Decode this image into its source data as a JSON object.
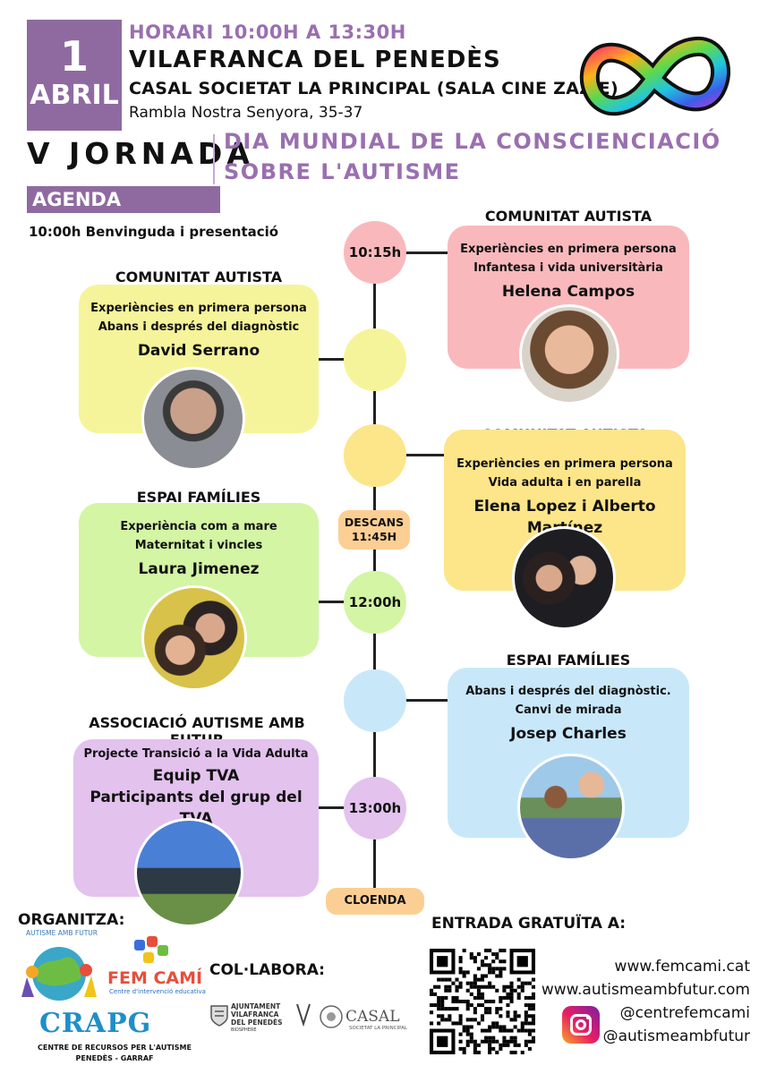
{
  "header": {
    "day": "1",
    "month": "ABRIL",
    "time": "HORARI 10:00H A 13:30H",
    "city": "VILAFRANCA DEL PENEDÈS",
    "venue": "CASAL SOCIETAT LA PRINCIPAL (SALA CINE ZAZIE)",
    "address": "Rambla Nostra Senyora, 35-37",
    "edition": "V JORNADA",
    "title_line1": "DIA MUNDIAL DE LA CONSCIENCIACIÓ",
    "title_line2": "SOBRE L'AUTISME"
  },
  "agenda": {
    "label": "AGENDA",
    "welcome": "10:00h Benvinguda i presentació"
  },
  "timeline": {
    "t1015": "10:15h",
    "break_l1": "DESCANS",
    "break_l2": "11:45H",
    "t1200": "12:00h",
    "t1300": "13:00h",
    "closing": "CLOENDA"
  },
  "sessions": {
    "helena": {
      "section": "COMUNITAT AUTISTA",
      "line1": "Experiències en primera persona",
      "line2": "Infantesa i vida universitària",
      "name": "Helena Campos",
      "color": "#f9b9bc"
    },
    "david": {
      "section": "COMUNITAT AUTISTA",
      "line1": "Experiències en primera persona",
      "line2": "Abans i després del diagnòstic",
      "name": "David Serrano",
      "color": "#f6f49a"
    },
    "elena": {
      "section": "COMUNITAT AUTISTA",
      "line1": "Experiències en primera persona",
      "line2": "Vida adulta i en parella",
      "name": "Elena Lopez i Alberto Martínez",
      "color": "#fde58a"
    },
    "laura": {
      "section": "ESPAI FAMÍLIES",
      "line1": "Experiència com a mare",
      "line2": "Maternitat i vincles",
      "name": "Laura Jimenez",
      "color": "#d3f5a4"
    },
    "josep": {
      "section": "ESPAI FAMÍLIES",
      "line1": "Abans i després del diagnòstic.",
      "line2": "Canvi de mirada",
      "name": "Josep Charles",
      "color": "#c8e8fa"
    },
    "tva": {
      "section": "ASSOCIACIÓ AUTISME AMB FUTUR",
      "line1": "Projecte Transició a la Vida Adulta",
      "name1": "Equip TVA",
      "name2": "Participants del grup del TVA",
      "color": "#e3c2ee"
    }
  },
  "footer": {
    "organitza": "ORGANITZA:",
    "collabora": "COL·LABORA:",
    "entrada": "ENTRADA GRATUÏTA A:",
    "web1": "www.femcami.cat",
    "web2": "www.autismeambfutur.com",
    "ig1": "@centrefemcami",
    "ig2": "@autismeambfutur",
    "femcami_name": "FEM CAMÍ",
    "femcami_sub": "Centre d'intervenció educativa",
    "autisme_futur_arc": "AUTISME AMB FUTUR",
    "crapg": "CRAPG",
    "crapg_sub1": "CENTRE DE RECURSOS PER L'AUTISME",
    "crapg_sub2": "PENEDÈS - GARRAF",
    "ajunt1": "AJUNTAMENT",
    "ajunt2": "VILAFRANCA",
    "ajunt3": "DEL PENEDÈS",
    "ajunt4": "BIOSPHERE",
    "casal1": "CASAL",
    "casal2": "SOCIETAT LA PRINCIPAL"
  }
}
